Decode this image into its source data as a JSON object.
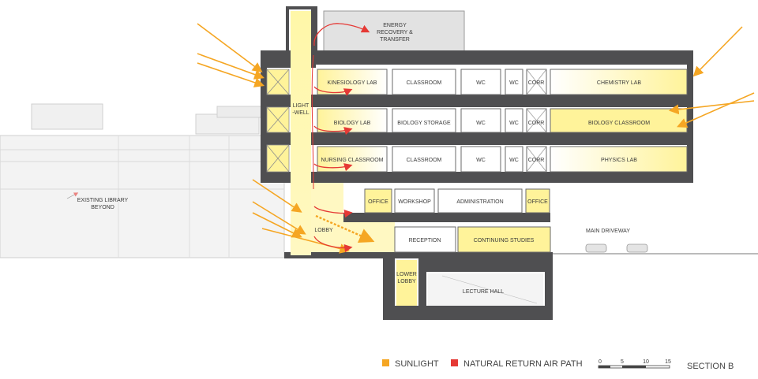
{
  "rooms": {
    "kinesiology_lab": "KINESIOLOGY LAB",
    "classroom_3": "CLASSROOM",
    "wc_3a": "WC",
    "wc_3b": "WC",
    "corr_3": "CORR",
    "chemistry_lab": "CHEMISTRY LAB",
    "biology_lab": "BIOLOGY LAB",
    "biology_storage": "BIOLOGY STORAGE",
    "wc_2a": "WC",
    "wc_2b": "WC",
    "corr_2": "CORR",
    "biology_classroom": "BIOLOGY CLASSROOM",
    "nursing_classroom": "NURSING CLASSROOM",
    "classroom_1": "CLASSROOM",
    "wc_1a": "WC",
    "wc_1b": "WC",
    "corr_1": "CORR",
    "physics_lab": "PHYSICS LAB",
    "office_left": "OFFICE",
    "workshop": "WORKSHOP",
    "administration": "ADMINISTRATION",
    "office_right": "OFFICE",
    "reception": "RECEPTION",
    "continuing_studies": "CONTINUING STUDIES",
    "lecture_hall": "LECTURE HALL"
  },
  "labels": {
    "energy": [
      "ENERGY",
      "RECOVERY &",
      "TRANSFER"
    ],
    "lightwell": [
      "LIGHT",
      "-WELL"
    ],
    "lobby": "LOBBY",
    "lower_lobby": [
      "LOWER",
      "LOBBY"
    ],
    "library": [
      "EXISTING LIBRARY",
      "BEYOND"
    ],
    "driveway": "MAIN DRIVEWAY"
  },
  "legend": {
    "sunlight": "SUNLIGHT",
    "air": "NATURAL RETURN AIR PATH",
    "scale_ticks": [
      "0",
      "5",
      "10",
      "15"
    ],
    "section": "SECTION B"
  },
  "colors": {
    "sunlight": "#f5a623",
    "air": "#e53935",
    "structure": "#4f4f51",
    "glow": "#fff7b0"
  }
}
